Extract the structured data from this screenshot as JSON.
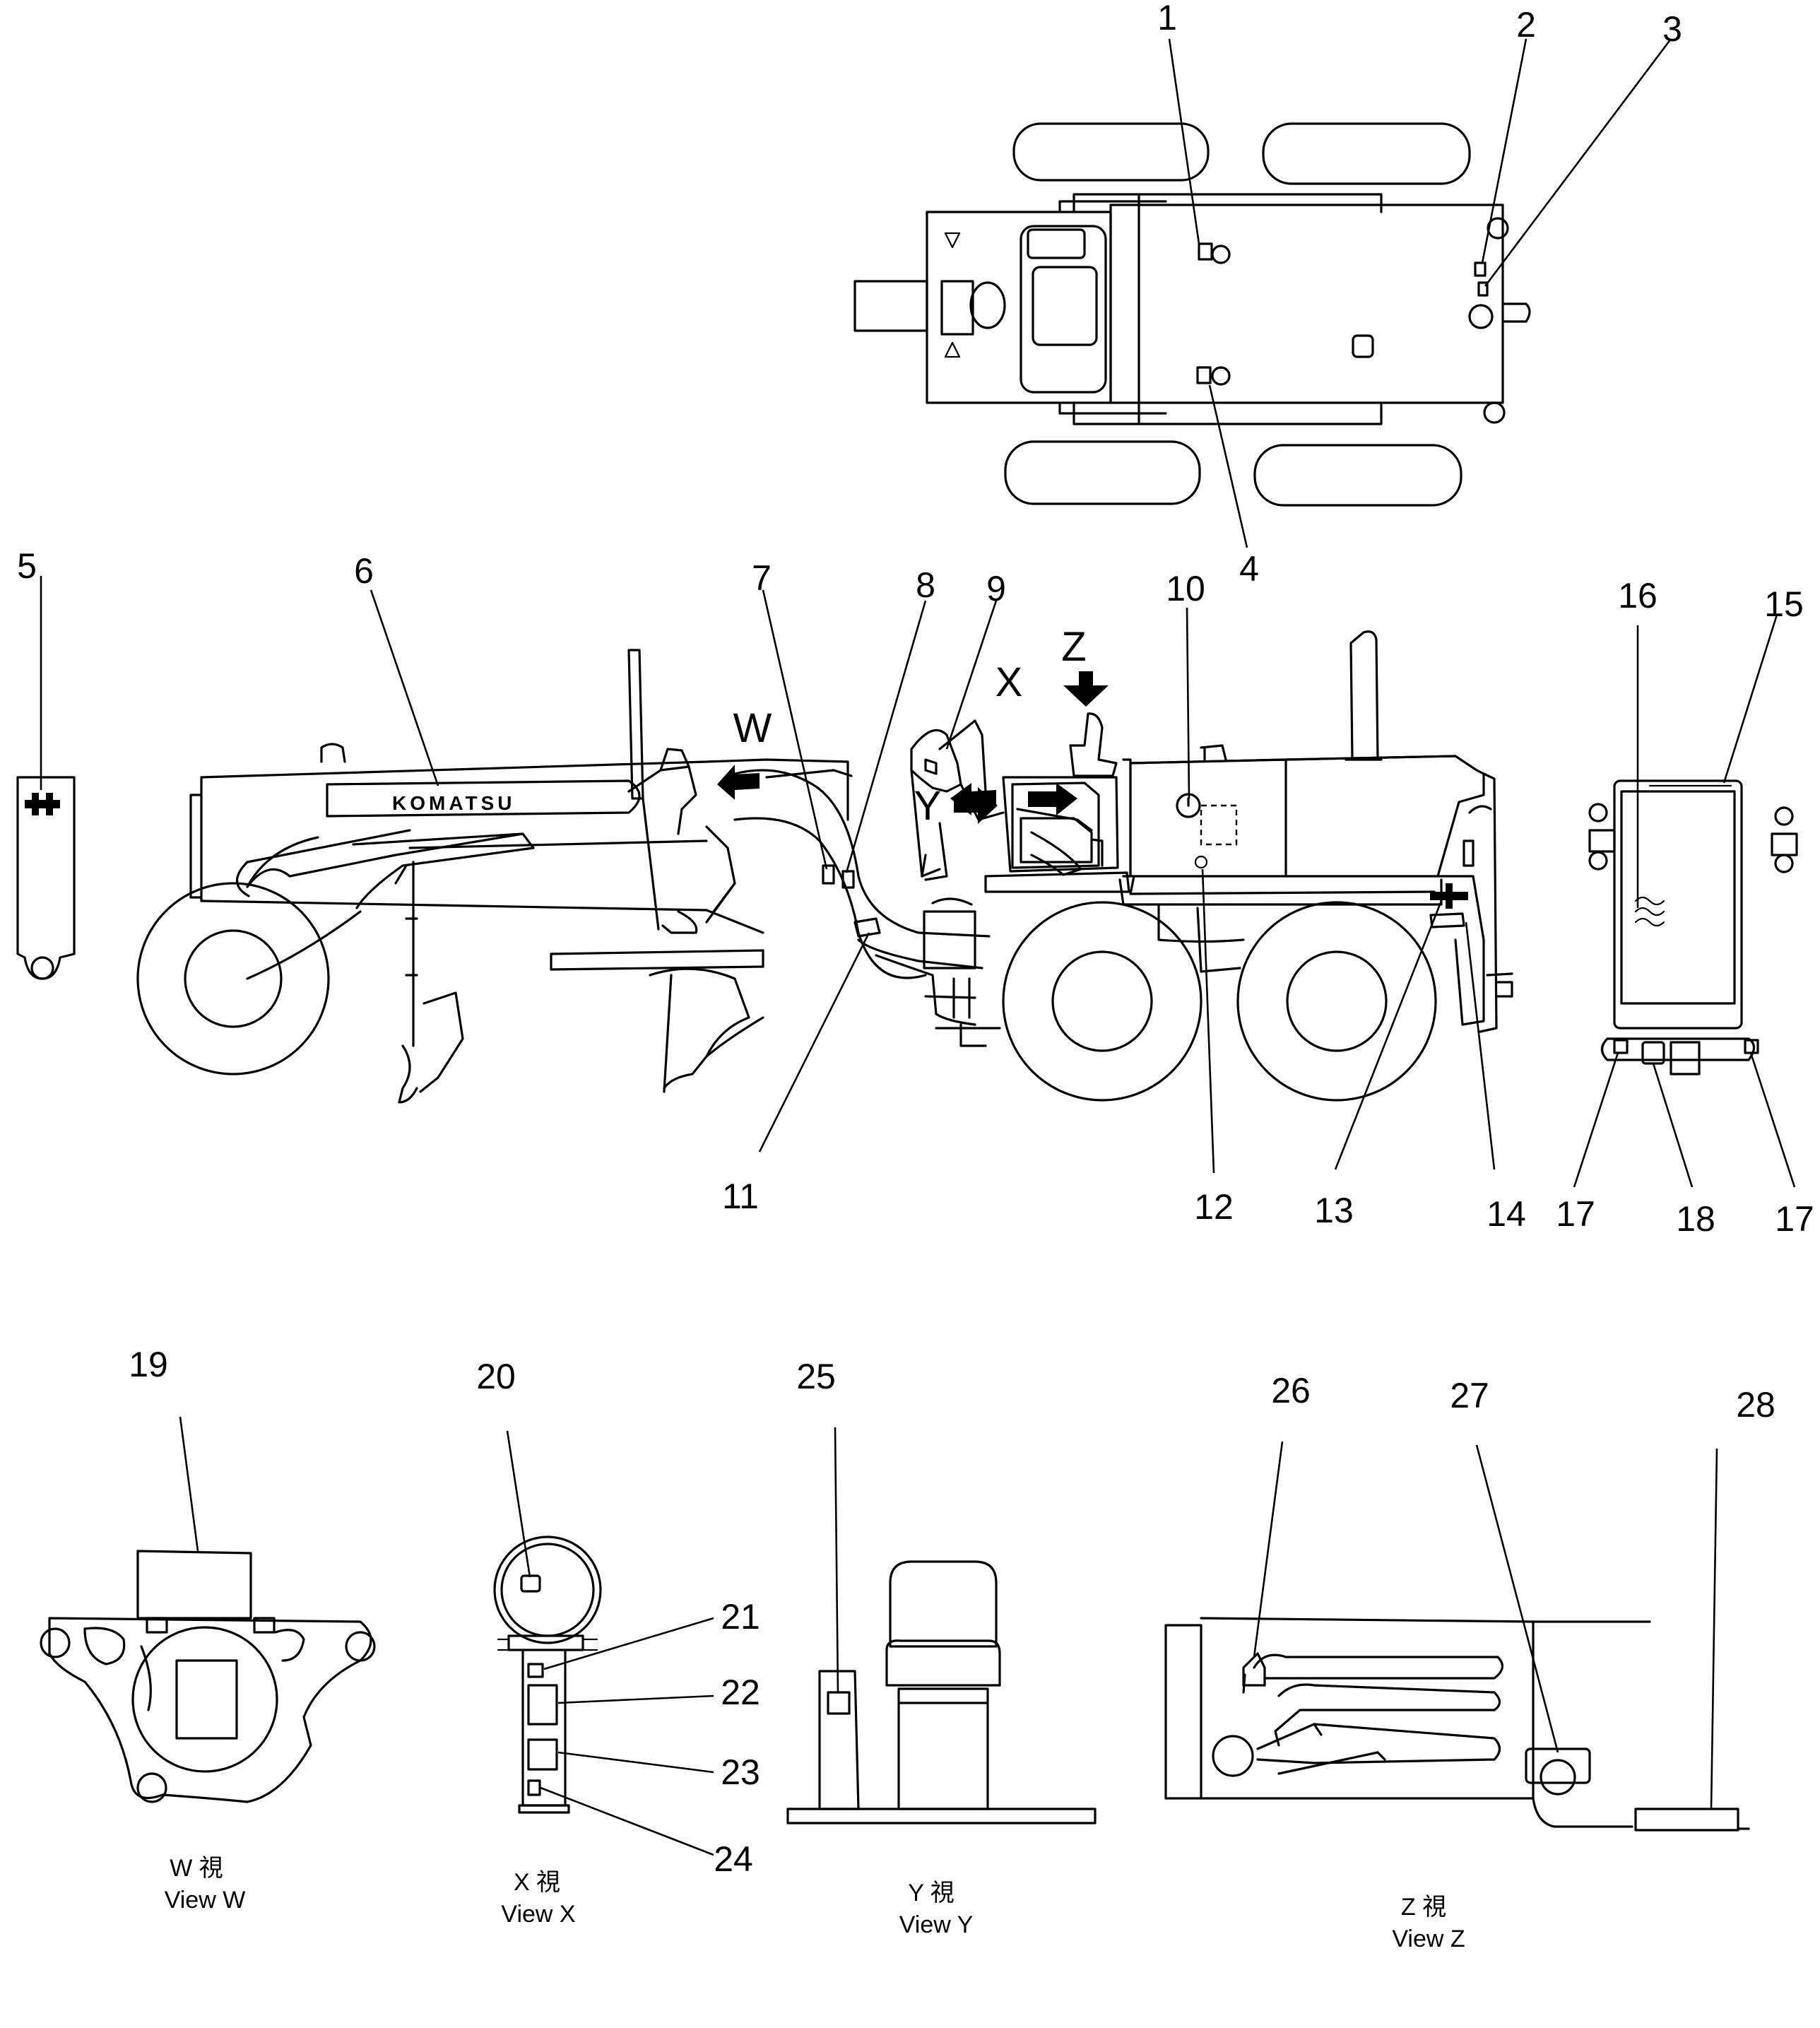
{
  "callouts": [
    "1",
    "2",
    "3",
    "4",
    "5",
    "6",
    "7",
    "8",
    "9",
    "10",
    "11",
    "12",
    "13",
    "14",
    "15",
    "16",
    "17",
    "18",
    "17",
    "19",
    "20",
    "21",
    "22",
    "23",
    "24",
    "25",
    "26",
    "27",
    "28"
  ],
  "view_letters": [
    "W",
    "X",
    "Y",
    "Z"
  ],
  "brand_text": "KOMATSU",
  "view_captions": [
    {
      "kanji": "W 視",
      "english": "View W"
    },
    {
      "kanji": "X 視",
      "english": "View X"
    },
    {
      "kanji": "Y 視",
      "english": "View Y"
    },
    {
      "kanji": "Z 視",
      "english": "View Z"
    }
  ],
  "colors": {
    "ink": "#000000",
    "paper": "#ffffff"
  }
}
